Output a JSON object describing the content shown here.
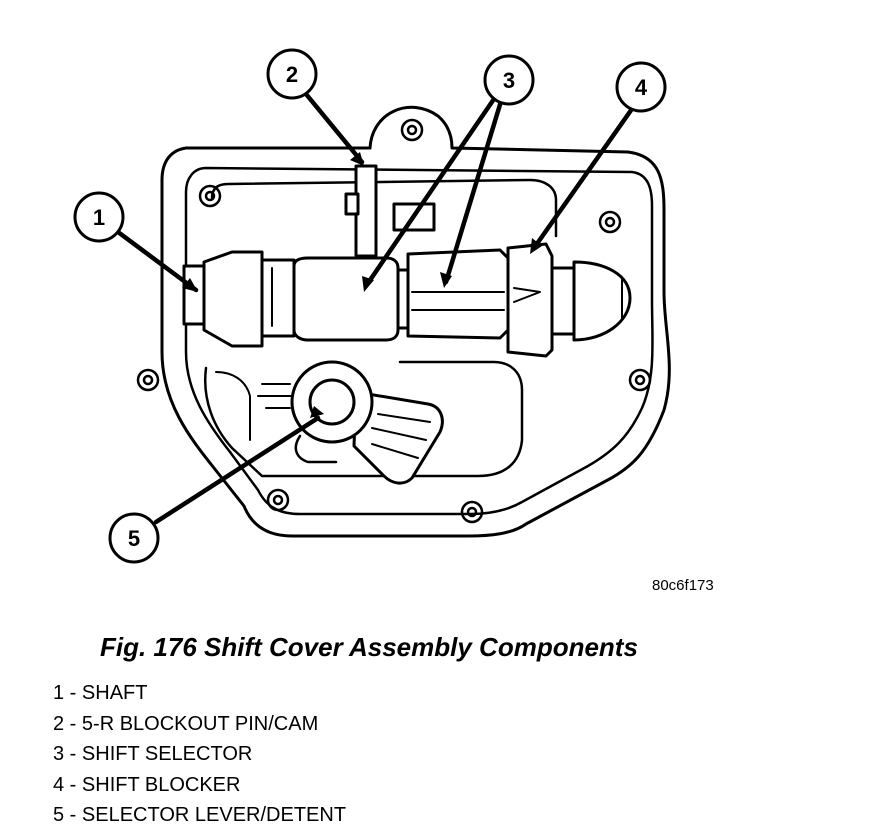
{
  "callouts": [
    "1",
    "2",
    "3",
    "4",
    "5"
  ],
  "image_id": "80c6f173",
  "caption": "Fig. 176 Shift Cover Assembly Components",
  "legend": [
    {
      "num": "1",
      "label": "SHAFT"
    },
    {
      "num": "2",
      "label": "5-R BLOCKOUT PIN/CAM"
    },
    {
      "num": "3",
      "label": "SHIFT SELECTOR"
    },
    {
      "num": "4",
      "label": "SHIFT BLOCKER"
    },
    {
      "num": "5",
      "label": "SELECTOR LEVER/DETENT"
    }
  ]
}
